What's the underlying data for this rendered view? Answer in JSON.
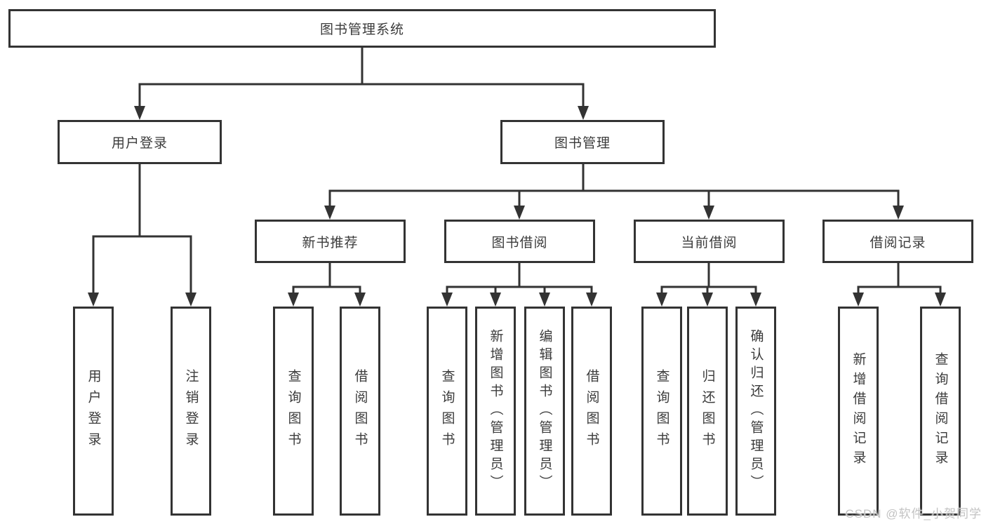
{
  "diagram": {
    "root": {
      "label": "图书管理系统"
    },
    "level2": [
      {
        "id": "user-login",
        "label": "用户登录",
        "parent": "root"
      },
      {
        "id": "book-management",
        "label": "图书管理",
        "parent": "root"
      }
    ],
    "level3": [
      {
        "id": "new-book-recommend",
        "label": "新书推荐",
        "parent": "book-management"
      },
      {
        "id": "book-borrowing",
        "label": "图书借阅",
        "parent": "book-management"
      },
      {
        "id": "current-borrowing",
        "label": "当前借阅",
        "parent": "book-management"
      },
      {
        "id": "borrowing-records",
        "label": "借阅记录",
        "parent": "book-management"
      }
    ],
    "level4": [
      {
        "id": "user-login-leaf",
        "label": "用户登录",
        "parent": "user-login"
      },
      {
        "id": "logout-leaf",
        "label": "注销登录",
        "parent": "user-login"
      },
      {
        "id": "query-book-recommend",
        "label": "查询图书",
        "parent": "new-book-recommend"
      },
      {
        "id": "borrow-book-recommend",
        "label": "借阅图书",
        "parent": "new-book-recommend"
      },
      {
        "id": "query-book-borrowing",
        "label": "查询图书",
        "parent": "book-borrowing"
      },
      {
        "id": "add-book-admin",
        "label": "新增图书（管理员）",
        "parent": "book-borrowing"
      },
      {
        "id": "edit-book-admin",
        "label": "编辑图书（管理员）",
        "parent": "book-borrowing"
      },
      {
        "id": "borrow-book-borrowing",
        "label": "借阅图书",
        "parent": "book-borrowing"
      },
      {
        "id": "query-book-current",
        "label": "查询图书",
        "parent": "current-borrowing"
      },
      {
        "id": "return-book",
        "label": "归还图书",
        "parent": "current-borrowing"
      },
      {
        "id": "confirm-return-admin",
        "label": "确认归还（管理员）",
        "parent": "current-borrowing"
      },
      {
        "id": "add-borrow-record",
        "label": "新增借阅记录",
        "parent": "borrowing-records"
      },
      {
        "id": "query-borrow-record",
        "label": "查询借阅记录",
        "parent": "borrowing-records"
      }
    ]
  },
  "watermark": {
    "text": "CSDN @软件_小贺同学"
  },
  "colors": {
    "line": "#333333",
    "box_border": "#333333",
    "text": "#3b3b3b",
    "watermark": "#c3c3c3",
    "background": "#ffffff"
  }
}
